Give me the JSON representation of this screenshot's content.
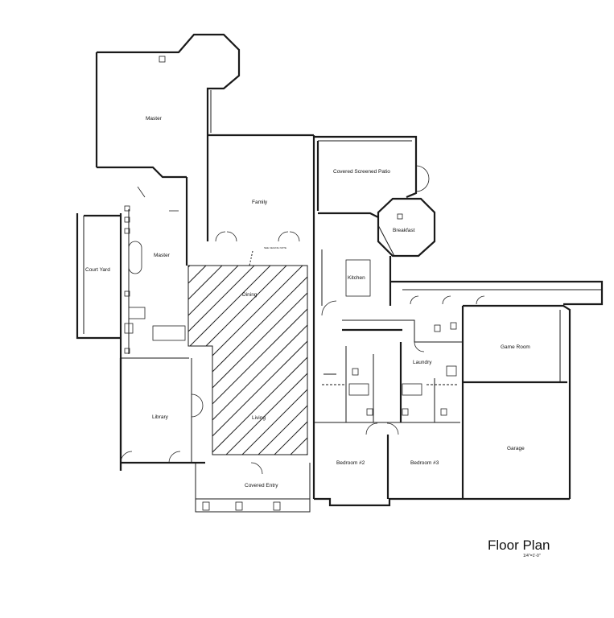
{
  "title": "Floor Plan",
  "scale": "1/4\"=1'-0\"",
  "note": "SEE CEILING NOTE",
  "rooms": {
    "master_bedroom": "Master",
    "master_bath": "Master",
    "court_yard": "Court Yard",
    "family": "Family",
    "covered_screened_patio": "Covered Screened Patio",
    "breakfast": "Breakfast",
    "kitchen": "Kitchen",
    "dining": "Dining",
    "living": "Living",
    "library": "Library",
    "covered_entry": "Covered Entry",
    "bedroom2": "Bedroom #2",
    "bedroom3": "Bedroom #3",
    "laundry": "Laundry",
    "game_room": "Game Room",
    "garage": "Garage"
  }
}
